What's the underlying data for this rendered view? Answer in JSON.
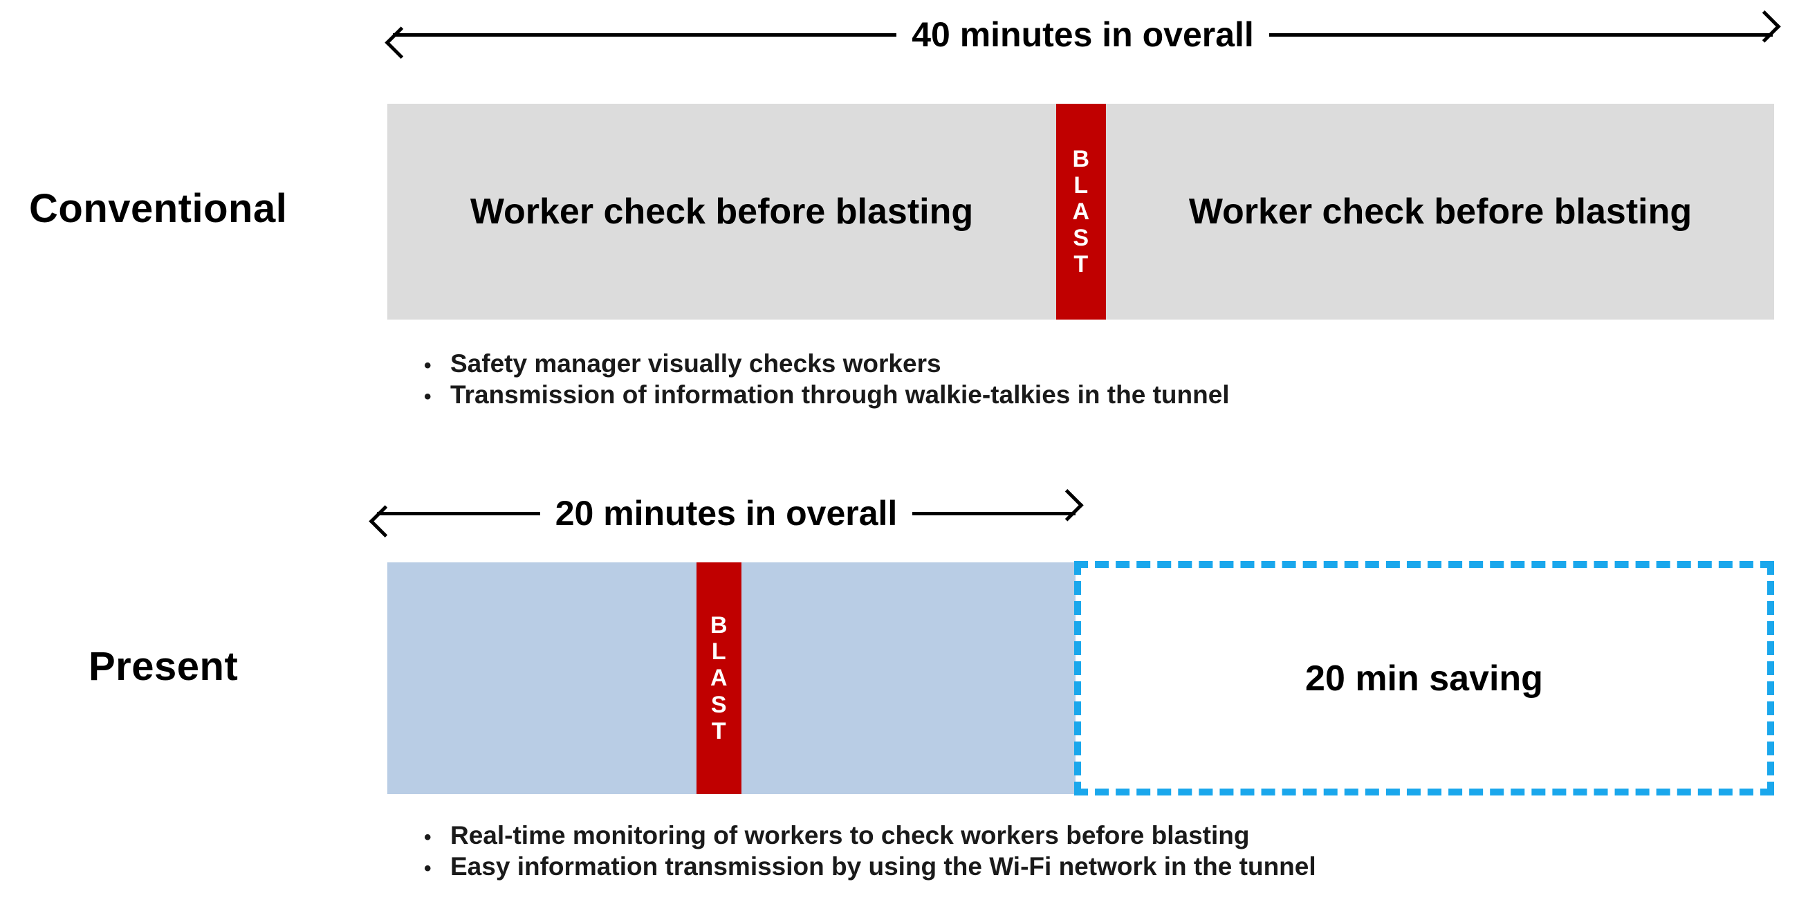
{
  "rows": [
    {
      "label": "Conventional",
      "measure": {
        "text": "40 minutes in overall",
        "arrow_left": "←",
        "arrow_right": "→"
      },
      "bar": {
        "fill_color": "#dcdcdc",
        "segments": [
          {
            "text": "Worker check before blasting"
          },
          {
            "text": "Worker check before blasting"
          }
        ],
        "blast": {
          "label": "BLAST",
          "letters": [
            "B",
            "L",
            "A",
            "S",
            "T"
          ],
          "color": "#c00000",
          "text_color": "#ffffff"
        }
      },
      "bullets": [
        "Safety manager visually checks workers",
        "Transmission of information through walkie-talkies in the tunnel"
      ]
    },
    {
      "label": "Present",
      "measure": {
        "text": "20 minutes in overall",
        "arrow_left": "←",
        "arrow_right": "→"
      },
      "bar": {
        "fill_color": "#b9cde5",
        "segments": [
          {
            "text": ""
          },
          {
            "text": ""
          }
        ],
        "blast": {
          "label": "BLAST",
          "letters": [
            "B",
            "L",
            "A",
            "S",
            "T"
          ],
          "color": "#c00000",
          "text_color": "#ffffff"
        }
      },
      "saving": {
        "text": "20 min saving",
        "border_color": "#1aa7ec"
      },
      "bullets": [
        "Real-time monitoring of workers to check workers before blasting",
        "Easy information transmission by using the Wi-Fi network in the tunnel"
      ]
    }
  ],
  "colors": {
    "conventional_bar": "#dcdcdc",
    "present_bar": "#b9cde5",
    "blast_red": "#c00000",
    "saving_cyan": "#1aa7ec",
    "text": "#000000"
  }
}
